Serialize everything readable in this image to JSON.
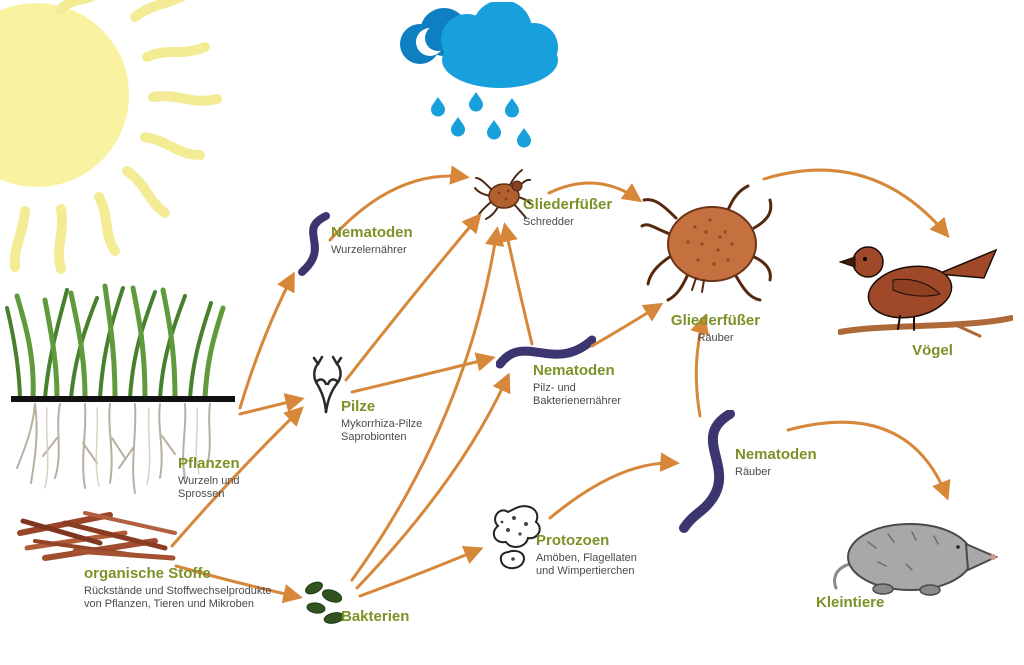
{
  "diagram": {
    "title": "Bodennahrungsnetz (soil food web)",
    "colors": {
      "arrow": "#d6873a",
      "label_green": "#7b9227",
      "sublabel_gray": "#4a4a4a"
    },
    "nodes": {
      "pflanzen": {
        "label": "Pflanzen",
        "sub1": "Wurzeln und",
        "sub2": "Sprossen"
      },
      "organische_stoffe": {
        "label": "organische Stoffe",
        "sub1": "Rückstände und Stoffwechselprodukte",
        "sub2": "von Pflanzen, Tieren und Mikroben"
      },
      "nematoden_wurzelernaehrer": {
        "label": "Nematoden",
        "sub1": "Wurzelernährer"
      },
      "pilze": {
        "label": "Pilze",
        "sub1": "Mykorrhiza-Pilze",
        "sub2": "Saprobionten"
      },
      "bakterien": {
        "label": "Bakterien"
      },
      "gliederfuesser_schredder": {
        "label": "Gliederfüßer",
        "sub1": "Schredder"
      },
      "nematoden_pilz_bakterien": {
        "label": "Nematoden",
        "sub1": "Pilz- und",
        "sub2": "Bakterienernährer"
      },
      "protozoen": {
        "label": "Protozoen",
        "sub1": "Amöben, Flagellaten",
        "sub2": "und Wimpertierchen"
      },
      "gliederfuesser_raeuber": {
        "label": "Gliederfüßer",
        "sub1": "Räuber"
      },
      "nematoden_raeuber": {
        "label": "Nematoden",
        "sub1": "Räuber"
      },
      "voegel": {
        "label": "Vögel"
      },
      "kleintiere": {
        "label": "Kleintiere"
      }
    },
    "edges": [
      {
        "from": "pflanzen",
        "to": "nematoden_wurzelernaehrer"
      },
      {
        "from": "pflanzen",
        "to": "pilze"
      },
      {
        "from": "organische_stoffe",
        "to": "pilze"
      },
      {
        "from": "organische_stoffe",
        "to": "bakterien"
      },
      {
        "from": "nematoden_wurzelernaehrer",
        "to": "gliederfuesser_schredder"
      },
      {
        "from": "pilze",
        "to": "gliederfuesser_schredder"
      },
      {
        "from": "bakterien",
        "to": "gliederfuesser_schredder"
      },
      {
        "from": "nematoden_pilz_bakterien",
        "to": "gliederfuesser_schredder"
      },
      {
        "from": "pilze",
        "to": "nematoden_pilz_bakterien"
      },
      {
        "from": "bakterien",
        "to": "nematoden_pilz_bakterien"
      },
      {
        "from": "bakterien",
        "to": "protozoen"
      },
      {
        "from": "protozoen",
        "to": "nematoden_raeuber"
      },
      {
        "from": "nematoden_pilz_bakterien",
        "to": "gliederfuesser_raeuber"
      },
      {
        "from": "nematoden_raeuber",
        "to": "gliederfuesser_raeuber"
      },
      {
        "from": "gliederfuesser_schredder",
        "to": "gliederfuesser_raeuber"
      },
      {
        "from": "gliederfuesser_raeuber",
        "to": "voegel"
      },
      {
        "from": "nematoden_raeuber",
        "to": "kleintiere"
      }
    ]
  }
}
